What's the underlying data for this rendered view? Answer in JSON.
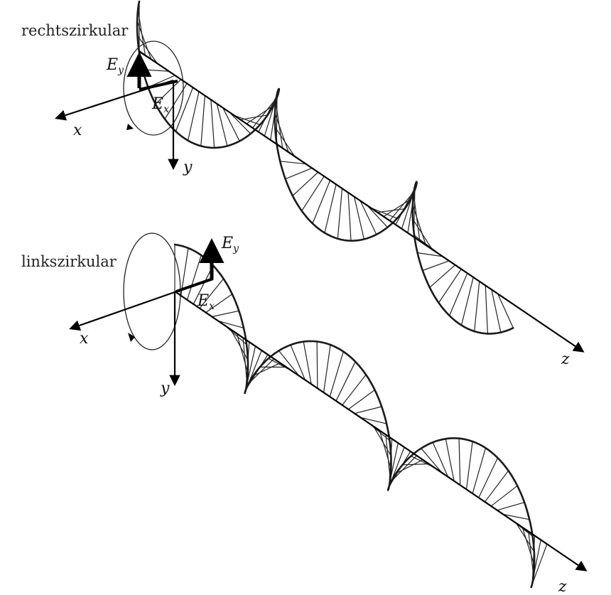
{
  "panels": [
    {
      "id": "right",
      "title": "rechtszirkular",
      "axis_x": "x",
      "axis_y": "y",
      "axis_z": "z",
      "vector_x_base": "E",
      "vector_x_sub": "x",
      "vector_y_base": "E",
      "vector_y_sub": "y",
      "handedness": "right"
    },
    {
      "id": "left",
      "title": "linkszirkular",
      "axis_x": "x",
      "axis_y": "y",
      "axis_z": "z",
      "vector_x_base": "E",
      "vector_x_sub": "x",
      "vector_y_base": "E",
      "vector_y_sub": "y",
      "handedness": "left"
    }
  ],
  "colors": {
    "ink": "#1a1a1a",
    "background": "#ffffff"
  }
}
